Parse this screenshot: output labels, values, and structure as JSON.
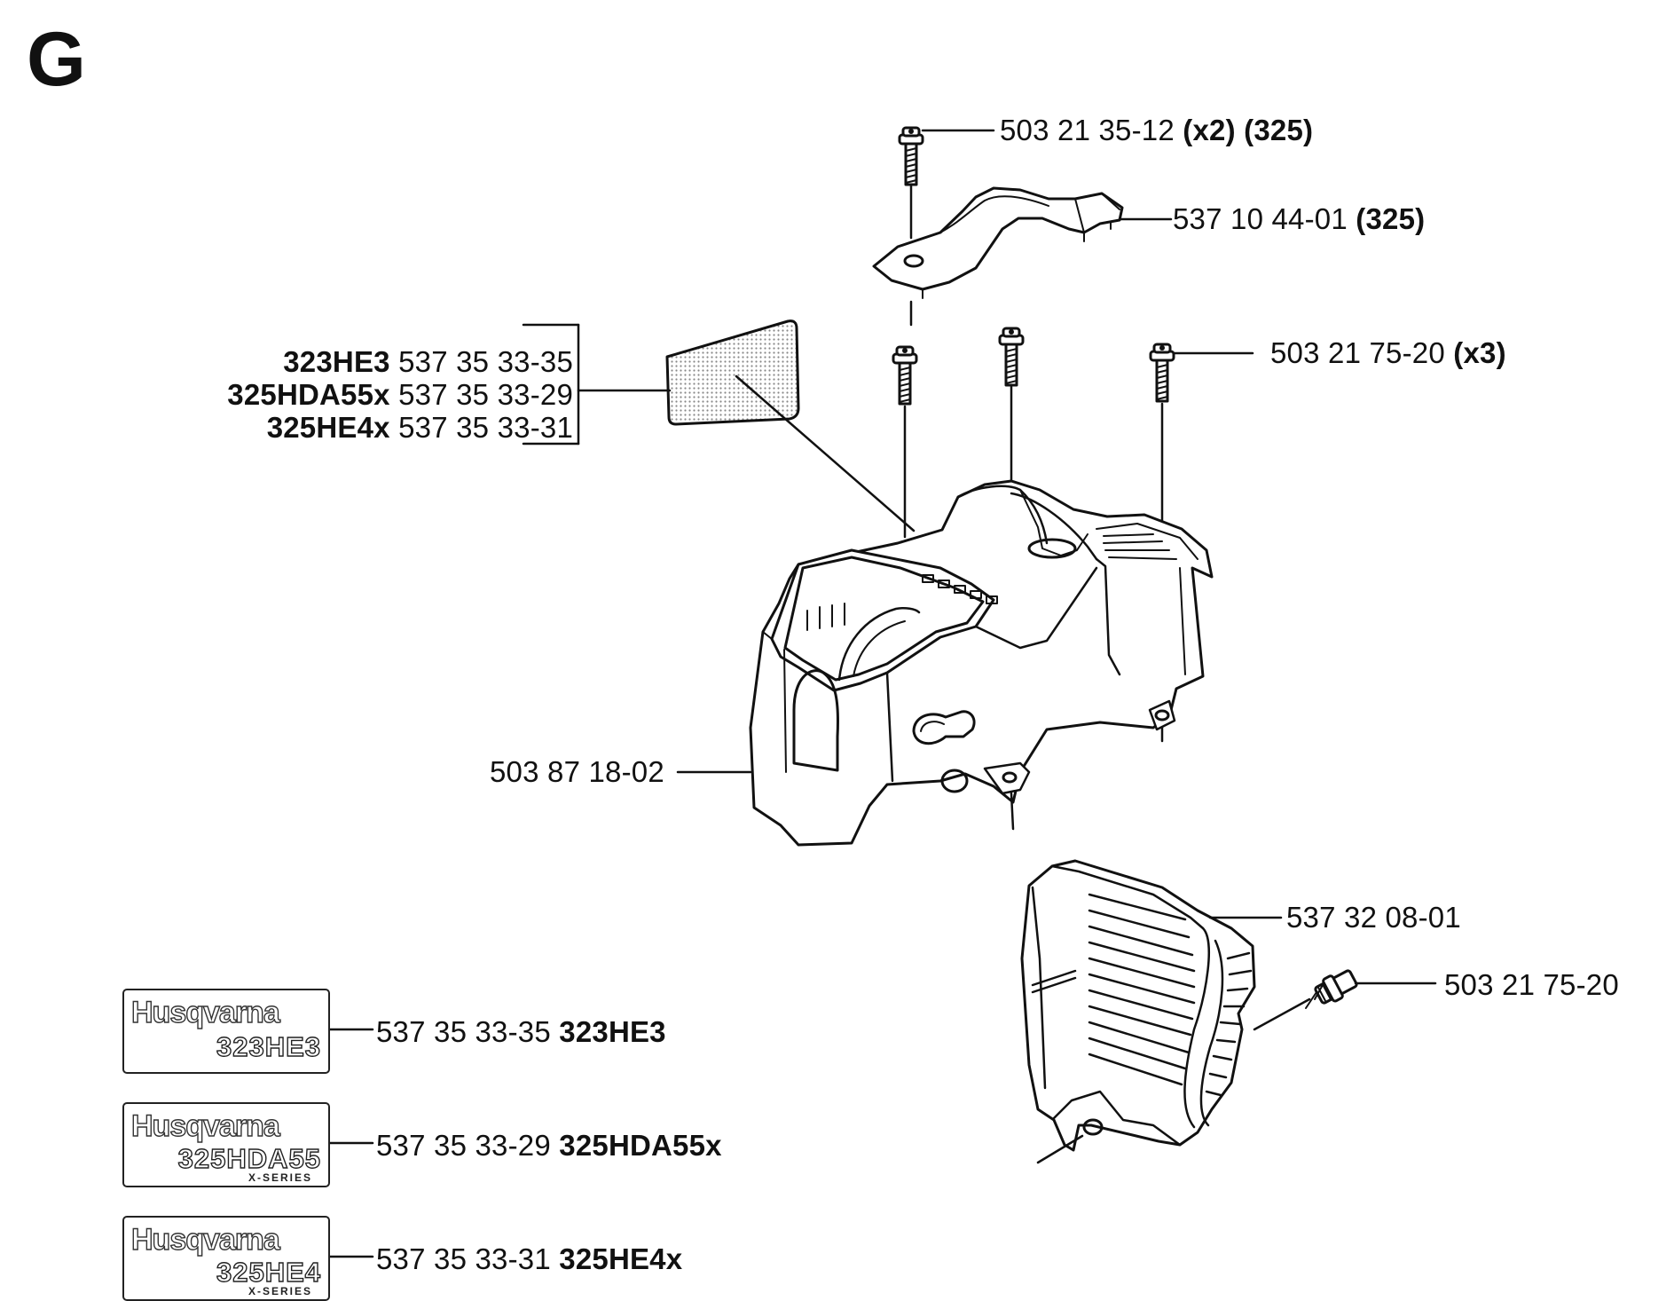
{
  "section_letter": "G",
  "parts": {
    "screw_top": {
      "number": "503 21 35-12",
      "qty": "(x2)",
      "model": "(325)"
    },
    "bracket": {
      "number": "537 10 44-01",
      "model": "(325)"
    },
    "screw_set": {
      "number": "503 21 75-20",
      "qty": "(x3)"
    },
    "sticker_group": [
      {
        "model": "323HE3",
        "number": "537 35 33-35"
      },
      {
        "model": "325HDA55x",
        "number": "537 35 33-29"
      },
      {
        "model": "325HE4x",
        "number": "537 35 33-31"
      }
    ],
    "cover": {
      "number": "503 87 18-02"
    },
    "filter_cover": {
      "number": "537 32 08-01"
    },
    "screw_single": {
      "number": "503 21 75-20"
    }
  },
  "decals": [
    {
      "brand": "Husqvarna",
      "model_text": "323HE3",
      "series": "",
      "number": "537 35 33-35",
      "model": "323HE3"
    },
    {
      "brand": "Husqvarna",
      "model_text": "325HDA55",
      "series": "X-SERIES",
      "number": "537 35 33-29",
      "model": "325HDA55x"
    },
    {
      "brand": "Husqvarna",
      "model_text": "325HE4",
      "series": "X-SERIES",
      "number": "537 35 33-31",
      "model": "325HE4x"
    }
  ]
}
